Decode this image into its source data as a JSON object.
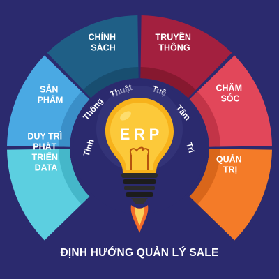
{
  "segments": [
    {
      "key": "san-pham",
      "lines": [
        "SẢN",
        "PHẨM"
      ],
      "color": "#4aa9e3",
      "shade": "#3a8fc8"
    },
    {
      "key": "chinh-sach",
      "lines": [
        "CHÍNH",
        "SÁCH"
      ],
      "color": "#1f5f86",
      "shade": "#184e70"
    },
    {
      "key": "truyen-thong",
      "lines": [
        "TRUYỀN",
        "THÔNG"
      ],
      "color": "#a3203f",
      "shade": "#86182f"
    },
    {
      "key": "cham-soc",
      "lines": [
        "CHĂM",
        "SÓC"
      ],
      "color": "#e2475a",
      "shade": "#c23447"
    },
    {
      "key": "quan-tri",
      "lines": [
        "QUẢN",
        "TRỊ"
      ],
      "color": "#f47b28",
      "shade": "#d9661a"
    },
    {
      "key": "duy-tri",
      "lines": [
        "DUY TRÌ",
        "PHÁT",
        "TRIỂN",
        "DATA"
      ],
      "color": "#5ccfe0",
      "shade": "#45b7c9"
    }
  ],
  "ring_words": [
    "Tinh",
    "Thông",
    "Thuật",
    "Tuệ",
    "Tâm",
    "Trí"
  ],
  "center": {
    "letters": [
      "E",
      "R",
      "P"
    ]
  },
  "footer": {
    "title": "ĐỊNH HƯỚNG QUẢN LÝ SALE"
  },
  "colors": {
    "background": "#2b2a6e",
    "bulb": "#f7b21b",
    "bulb_light": "#fde27a",
    "socket": "#1c1c1c",
    "flame": "#f36b2a"
  }
}
